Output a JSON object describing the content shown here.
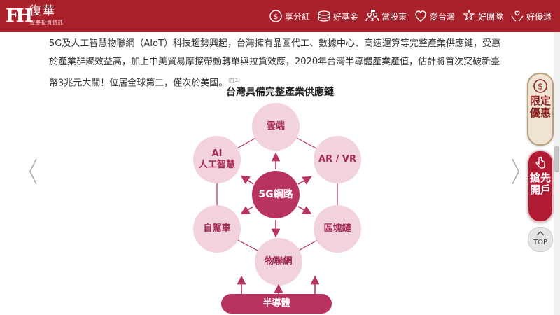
{
  "header": {
    "logo_mark": "FH",
    "logo_name": "復華",
    "logo_tagline": "證券投資信託",
    "nav": [
      {
        "label": "享分紅",
        "icon": "dollar-coin-icon"
      },
      {
        "label": "好基金",
        "icon": "coin-stack-icon"
      },
      {
        "label": "當股東",
        "icon": "people-talk-icon"
      },
      {
        "label": "愛台灣",
        "icon": "heart-taiwan-icon"
      },
      {
        "label": "好團隊",
        "icon": "stars-icon"
      },
      {
        "label": "好優退",
        "icon": "hands-heart-icon"
      }
    ]
  },
  "article": {
    "paragraph": "5G及人工智慧物聯網（AIoT）科技趨勢興起，台灣擁有晶圓代工、數據中心、高速運算等完整產業供應鏈，受惠於產業群聚效益高，加上中美貿易摩擦帶動轉單與拉貨效應，2020年台灣半導體產業產值，估計將首次突破新臺幣3兆元大關！位居全球第二，僅次於美國。",
    "note": "（註3）"
  },
  "diagram": {
    "title": "台灣具備完整產業供應鏈",
    "center": "5G網路",
    "nodes": {
      "cloud": "雲端",
      "ai_line1": "AI",
      "ai_line2": "人工智慧",
      "arvr": "AR / VR",
      "autonomous": "自駕車",
      "blockchain": "區塊鏈",
      "iot": "物聯網"
    },
    "base": "半導體"
  },
  "floating": {
    "limited_offer": "限定優惠",
    "signup": "搶先開戶",
    "top": "TOP"
  },
  "colors": {
    "brand": "#a8202a",
    "node_fill": "#f3d2df",
    "center_fill": "#b8335f",
    "arrow": "#b8335f"
  }
}
